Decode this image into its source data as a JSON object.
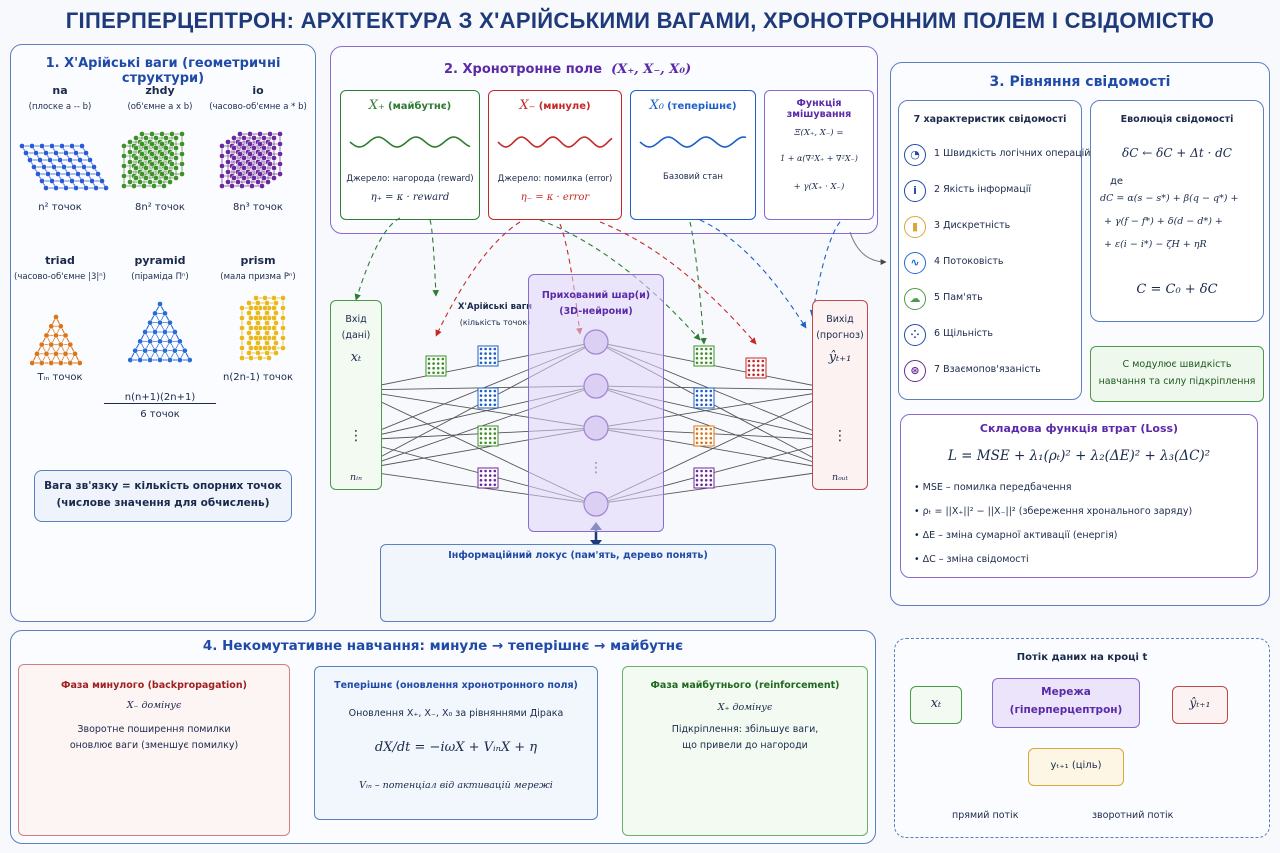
{
  "title": "ГІПЕРПЕРЦЕПТРОН: АРХІТЕКТУРА З Х'АРІЙСЬКИМИ ВАГАМИ, ХРОНОТРОННИМ ПОЛЕМ І СВІДОМІСТЮ",
  "p1": {
    "title": "1. Х'Арійські ваги (геометричні структури)",
    "items": [
      {
        "name": "na",
        "sub": "(плоске a -- b)",
        "count": "n² точок"
      },
      {
        "name": "zhdy",
        "sub": "(об'ємне a x b)",
        "count": "8n² точок"
      },
      {
        "name": "io",
        "sub": "(часово-об'ємне a * b)",
        "count": "8n³ точок"
      },
      {
        "name": "triad",
        "sub": "(часово-об'ємне |3|ⁿ)",
        "count": "Tᵢₙ точок"
      },
      {
        "name": "pyramid",
        "sub": "(піраміда Πⁿ)",
        "count_num": "n(n+1)(2n+1)",
        "count_den": "6  точок"
      },
      {
        "name": "prism",
        "sub": "(мала призма Pⁿ)",
        "count": "n(2n-1) точок"
      }
    ],
    "note": "Вага зв'язку = кількість опорних точок (числове значення для обчислень)",
    "colors": {
      "na": "#2a5bd7",
      "zhdy": "#3f8f2a",
      "io": "#6a2a9a",
      "triad": "#d9761c",
      "pyramid": "#2a6ad7",
      "prism": "#e8b81c"
    }
  },
  "p2": {
    "title": "2. Хронотронне поле",
    "title_math": "(X₊, X₋, X₀)",
    "cards": [
      {
        "head": "X₊",
        "label": "(майбутнє)",
        "src": "Джерело: нагорода (reward)",
        "eq": "η₊ = κ · reward",
        "color": "#2e7d32"
      },
      {
        "head": "X₋",
        "label": "(минуле)",
        "src": "Джерело: помилка (error)",
        "eq": "η₋ = κ · error",
        "color": "#c62828"
      },
      {
        "head": "X₀",
        "label": "(теперішнє)",
        "src": "Базовий стан",
        "eq": "",
        "color": "#1e5fc8"
      }
    ],
    "mix": {
      "head": "Функція змішування",
      "l1": "Ξ(X₊, X₋) =",
      "l2": "1 + α(∇²X₊ + ∇²X₋)",
      "l3": "+ γ(X₊ · X₋)"
    },
    "input": {
      "head": "Вхід",
      "sub": "(дані)",
      "x": "xₜ",
      "dots": "⋮",
      "n": "nᵢₙ"
    },
    "weights_label": "Х'Арійські ваги",
    "weights_sub": "(кількість точок)",
    "hidden": {
      "head": "Прихований шар(и)",
      "sub": "(3D-нейрони)"
    },
    "output": {
      "head": "Вихід",
      "sub": "(прогноз)",
      "y": "ŷₜ₊₁",
      "dots": "⋮",
      "n": "nₒᵤₜ"
    },
    "locus": "Інформаційний локус (пам'ять, дерево понять)"
  },
  "p3": {
    "title": "3. Рівняння свідомості",
    "chars_title": "7 характеристик свідомості",
    "chars": [
      {
        "n": "1",
        "t": "Швидкість логічних операцій",
        "icon": "speedometer-icon"
      },
      {
        "n": "2",
        "t": "Якість інформації",
        "icon": "info-icon"
      },
      {
        "n": "3",
        "t": "Дискретність",
        "icon": "bars-icon"
      },
      {
        "n": "4",
        "t": "Потоковість",
        "icon": "wave-icon"
      },
      {
        "n": "5",
        "t": "Пам'ять",
        "icon": "brain-icon"
      },
      {
        "n": "6",
        "t": "Щільність",
        "icon": "cluster-icon"
      },
      {
        "n": "7",
        "t": "Взаємопов'язаність",
        "icon": "network-icon"
      }
    ],
    "evo_title": "Еволюція свідомості",
    "evo1": "δC ← δC + Δt · dC",
    "evo_de": "де",
    "evo2": "dC = α(s − s*) + β(q − q*) +",
    "evo3": "+ γ(f − f*) + δ(d − d*) +",
    "evo4": "+ ε(i − i*) − ζH + ηR",
    "evo5": "C = C₀ + δC",
    "modulate": "C модулює швидкість навчання та силу підкріплення",
    "loss_title": "Складова функція втрат (Loss)",
    "loss_eq": "L = MSE + λ₁(ρₜ)² + λ₂(ΔE)² + λ₃(ΔC)²",
    "loss_items": [
      "MSE – помилка передбачення",
      "ρₜ = ||X₊||² − ||X₋||²  (збереження хронального заряду)",
      "ΔE – зміна сумарної активації (енергія)",
      "ΔC – зміна свідомості"
    ]
  },
  "p4": {
    "title": "4. Некомутативне навчання: минуле  →  теперішнє  →  майбутнє",
    "past": {
      "head": "Фаза минулого (backpropagation)",
      "dom": "X₋ домінує",
      "l1": "Зворотне поширення помилки",
      "l2": "оновлює ваги (зменшує помилку)"
    },
    "present": {
      "head": "Теперішнє (оновлення хронотронного поля)",
      "l1": "Оновлення X₊, X₋, X₀  за рівняннями Дірака",
      "eq": "dX/dt = −iωX + VᵢₙX + η",
      "l2": "Vᵢₙ – потенціал від активацій мережі"
    },
    "future": {
      "head": "Фаза майбутнього (reinforcement)",
      "dom": "X₊ домінує",
      "l1": "Підкріплення: збільшує ваги,",
      "l2": "що привели до нагороди"
    },
    "ellipsis": "…"
  },
  "p5": {
    "title": "Потік даних на кроці t",
    "x": "xₜ",
    "net1": "Мережа",
    "net2": "(гіперперцептрон)",
    "y": "ŷₜ₊₁",
    "target": "yₜ₊₁ (ціль)",
    "fwd": "прямий потік",
    "back": "зворотний потік"
  }
}
